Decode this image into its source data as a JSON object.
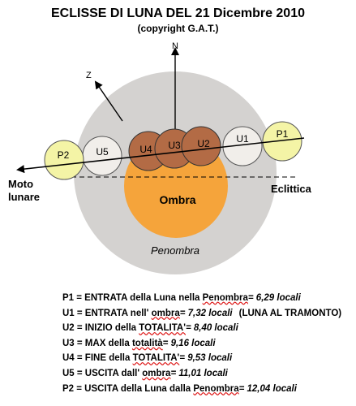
{
  "header": {
    "title": "ECLISSE DI LUNA DEL 21 Dicembre 2010",
    "subtitle": "(copyright G.A.T.)"
  },
  "diagram": {
    "north_label": "N",
    "zenith_label": "Z",
    "umbra_label": "Ombra",
    "penumbra_label": "Penombra",
    "ecliptic_label": "Eclittica",
    "lunar_motion_label_1": "Moto",
    "lunar_motion_label_2": "lunare",
    "positions": {
      "p1": "P1",
      "u1": "U1",
      "u2": "U2",
      "u3": "U3",
      "u4": "U4",
      "u5": "U5",
      "p2": "P2"
    },
    "colors": {
      "penumbra": "#d4d2d0",
      "umbra": "#f5a43b",
      "moon_penumbra": "#f4f4a6",
      "moon_umbra": "#b36b45",
      "moon_partial": "#f1eeea"
    }
  },
  "legend": [
    {
      "text": "P1 = ENTRATA della Luna nella ",
      "underlined": "Penombra",
      "value": "= 6,29 locali",
      "note": ""
    },
    {
      "text": "U1 = ENTRATA nell' ",
      "underlined": "ombra",
      "value": "= 7,32 locali",
      "note": "(LUNA AL TRAMONTO)"
    },
    {
      "text": "U2 = INIZIO della ",
      "underlined": "TOTALITA'",
      "value": "= 8,40 locali",
      "note": ""
    },
    {
      "text": "U3 = MAX della ",
      "underlined": "totalità",
      "value": "= 9,16 locali",
      "note": ""
    },
    {
      "text": "U4 = FINE della ",
      "underlined": "TOTALITA'",
      "value": "= 9,53 locali",
      "note": ""
    },
    {
      "text": "U5 = USCITA  dall' ",
      "underlined": "ombra",
      "value": "= 11,01 locali",
      "note": ""
    },
    {
      "text": "P2 = USCITA della Luna dalla ",
      "underlined": "Penombra",
      "value": "= 12,04 locali",
      "note": ""
    }
  ]
}
